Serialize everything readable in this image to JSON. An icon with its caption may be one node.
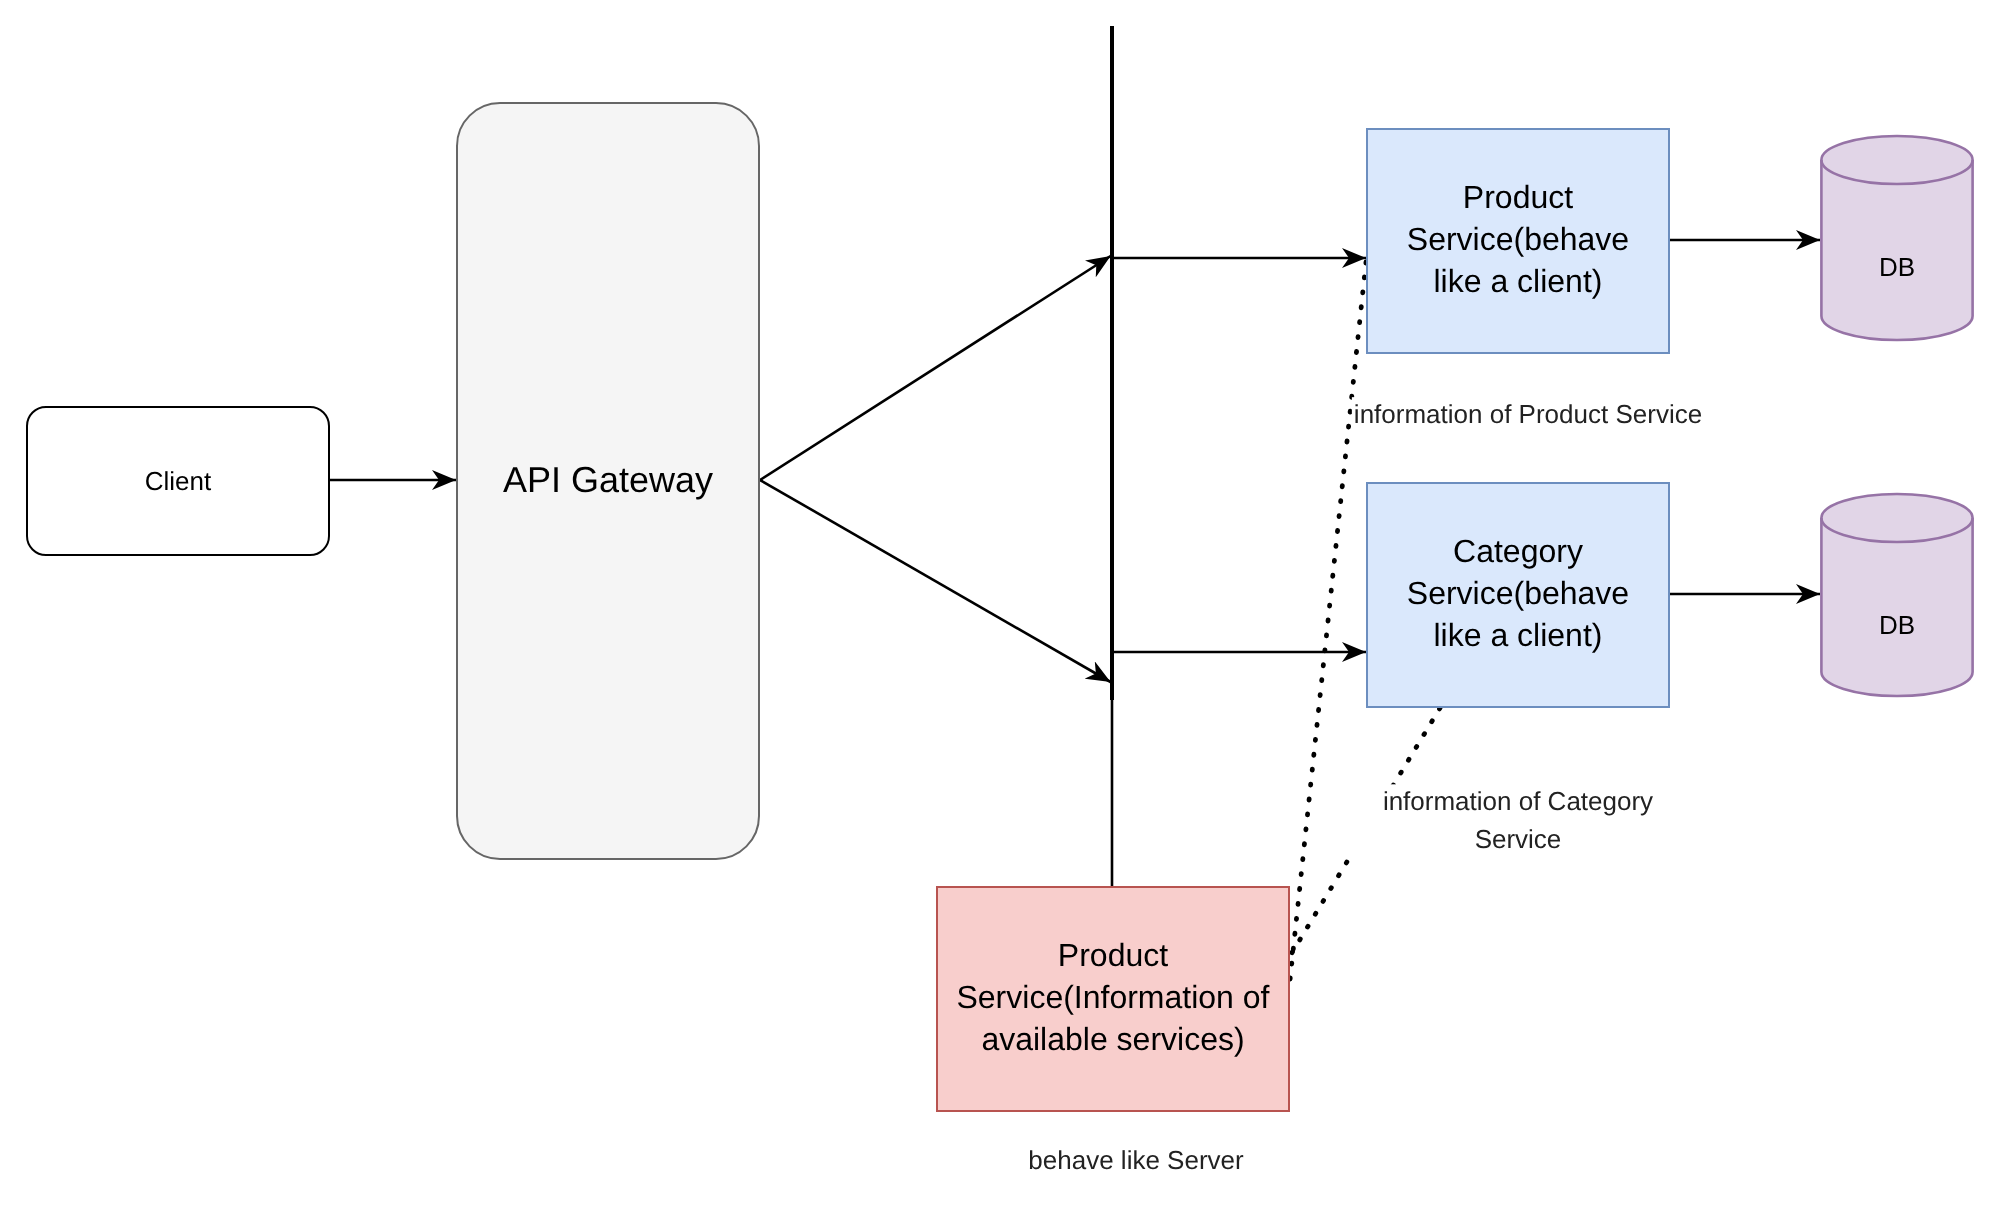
{
  "diagram": {
    "nodes": [
      {
        "text": [
          "Client"
        ]
      },
      {
        "text": [
          "API Gateway"
        ]
      },
      {
        "text": [],
        "shape": "bar"
      },
      {
        "text": [
          "Product Service(behave like a client)"
        ]
      },
      {
        "text": [
          "DB"
        ]
      },
      {
        "text": [
          "Category Service(behave like a client)"
        ]
      },
      {
        "text": [
          "DB"
        ]
      },
      {
        "text": [
          "Product Service(Information of available services)"
        ],
        "beside": [
          "behave like Server"
        ]
      }
    ],
    "edges": [
      {
        "from": 0,
        "to": 1,
        "arrow": "to"
      },
      {
        "from": 1,
        "to": 2,
        "arrow": "to"
      },
      {
        "from": 1,
        "to": 2,
        "arrow": "to"
      },
      {
        "from": 2,
        "to": 3,
        "arrow": "to"
      },
      {
        "from": 2,
        "to": 5,
        "arrow": "to"
      },
      {
        "from": 3,
        "to": 4,
        "arrow": "to"
      },
      {
        "from": 5,
        "to": 6,
        "arrow": "to"
      },
      {
        "from": 2,
        "to": 7,
        "arrow": "none"
      },
      {
        "from": 3,
        "to": 7,
        "arrow": "none",
        "style": "dashed",
        "label": "information of Product Service"
      },
      {
        "from": 5,
        "to": 7,
        "arrow": "none",
        "style": "dashed",
        "label": "information of Category Service"
      }
    ]
  }
}
